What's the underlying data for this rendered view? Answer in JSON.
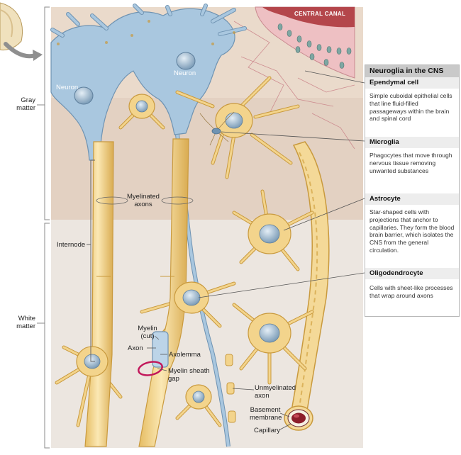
{
  "diagram": {
    "top_label": "CENTRAL CANAL",
    "regions": {
      "gray_matter": [
        "Gray",
        "matter"
      ],
      "white_matter": [
        "White",
        "matter"
      ]
    },
    "labels": {
      "neuron_left": "Neuron",
      "neuron_center": "Neuron",
      "myelinated_axons": [
        "Myelinated",
        "axons"
      ],
      "internode": "Internode",
      "myelin_cut": [
        "Myelin",
        "(cut)"
      ],
      "axon": "Axon",
      "axolemma": "Axolemma",
      "myelin_sheath_gap": [
        "Myelin sheath",
        "gap"
      ],
      "unmyelinated_axon": [
        "Unmyelinated",
        "axon"
      ],
      "basement_membrane": [
        "Basement",
        "membrane"
      ],
      "capillary": "Capillary"
    }
  },
  "panel": {
    "title": "Neuroglia in the CNS",
    "sections": [
      {
        "name": "Ependymal cell",
        "description": "Simple cuboidal epithelial cells that line fluid-filled passageways within the brain and spinal cord"
      },
      {
        "name": "Microglia",
        "description": "Phagocytes that move through nervous tissue removing unwanted substances"
      },
      {
        "name": "Astrocyte",
        "description": "Star-shaped cells with projections that anchor to capillaries. They form the blood brain barrier, which isolates the CNS from the general circulation."
      },
      {
        "name": "Oligodendrocyte",
        "description": "Cells with sheet-like processes that wrap around axons"
      }
    ]
  },
  "colors": {
    "neuron_blue": "#a9c7df",
    "glia_yellow": "#f3d48c",
    "glia_outline": "#c99a3e",
    "gray_matter_bg": "#e3d1c2",
    "white_matter_bg": "#ece6e0",
    "ependymal_pink": "#e6a6ad",
    "highlight_magenta": "#c2185b",
    "panel_header": "#c9c9c9"
  }
}
